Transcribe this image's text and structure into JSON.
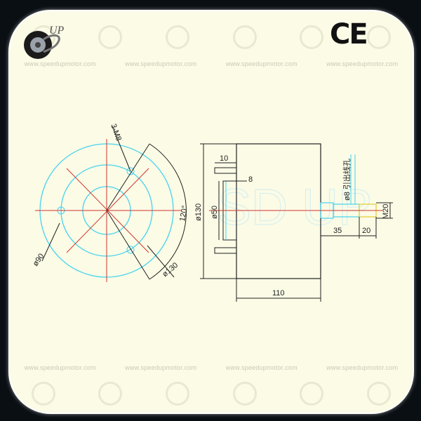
{
  "brand": {
    "logo_letters": "UP",
    "watermark_text": "www.speedupmotor.com",
    "watermark_repeats": 4,
    "certification": "CE"
  },
  "diagram": {
    "front_view": {
      "thread_label": "3-M8",
      "angle_label": "120°",
      "inner_diameter_label": "ø90",
      "outer_diameter_label": "ø130"
    },
    "side_view": {
      "body_diameter_label": "ø130",
      "boss_diameter_label": "ø50",
      "flange_width_label": "10",
      "flange_gap_label": "8",
      "body_length_label": "110",
      "shaft_length_label": "35",
      "thread_length_label": "20",
      "thread_label": "M20",
      "shaft_hole_label": "ø8 引出线孔"
    }
  },
  "colors": {
    "frame_bg": "#fbfbe6",
    "outer_bg": "#0a0f14",
    "circle_cyan": "#46d3ee",
    "centerline_red": "#d0342c",
    "line_dark": "#222222",
    "thread_yellow": "#e8d24a"
  }
}
